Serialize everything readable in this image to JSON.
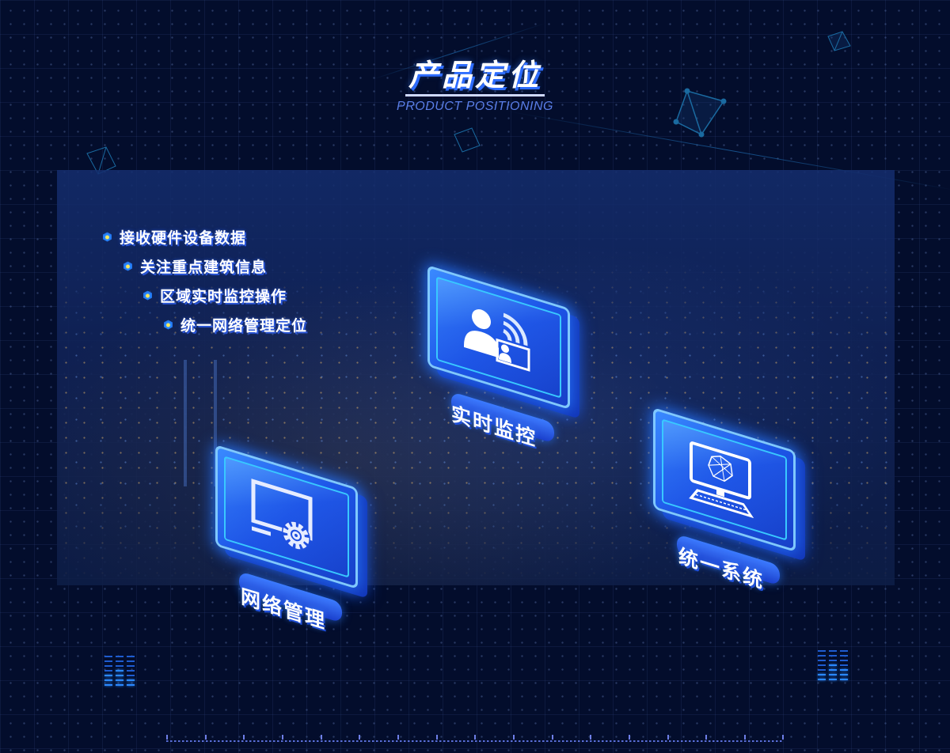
{
  "header": {
    "title": "产品定位",
    "subtitle": "PRODUCT POSITIONING"
  },
  "features": [
    {
      "label": "接收硬件设备数据"
    },
    {
      "label": "关注重点建筑信息"
    },
    {
      "label": "区域实时监控操作"
    },
    {
      "label": "统一网络管理定位"
    }
  ],
  "modules": [
    {
      "label": "实时监控",
      "icon": "user-broadcast-icon"
    },
    {
      "label": "网络管理",
      "icon": "monitor-gear-icon"
    },
    {
      "label": "统一系统",
      "icon": "desktop-network-icon"
    }
  ],
  "colors": {
    "background": "#030d2c",
    "accent": "#2d6cff",
    "subtitle": "#5a7ee8",
    "glow": "#39c8ff"
  }
}
